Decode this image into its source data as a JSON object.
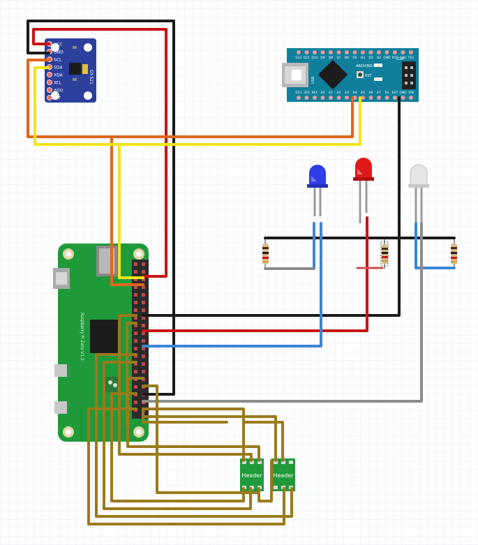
{
  "colors": {
    "grid": "#e3eaf3",
    "board_green": "#1f9a3a",
    "arduino_blue": "#0f7f9c",
    "sensor_blue": "#2b3f9c",
    "wire_black": "#1a1a1a",
    "wire_red": "#c81414",
    "wire_orange": "#e0671c",
    "wire_yellow": "#f1e51a",
    "wire_blue": "#3a86d6",
    "wire_gray": "#8c8c8c",
    "wire_brown": "#9a7a1c"
  },
  "sensor": {
    "icon": "gyro-accelerometer-module",
    "pins": [
      "VCC",
      "GND",
      "SCL",
      "SDA",
      "XDA",
      "XCL",
      "ADO",
      "INT"
    ],
    "chip_label": "GY-521"
  },
  "arduino": {
    "icon": "arduino-nano",
    "top_pins": [
      "D12",
      "D11",
      "D10",
      "D9",
      "D8",
      "D7",
      "D6",
      "D5",
      "D4",
      "D3",
      "D2",
      "GND",
      "RST",
      "RX0",
      "TX1"
    ],
    "bottom_pins": [
      "D13",
      "3V3",
      "REF",
      "A0",
      "A1",
      "A2",
      "A3",
      "A4",
      "A5",
      "A6",
      "A7",
      "5V",
      "RST",
      "GND",
      "VIN"
    ],
    "label": "ARDUINO.CC",
    "reset_label": "RST",
    "icsp_label": "ICSP",
    "usb_label": "USB"
  },
  "raspberry": {
    "icon": "raspberry-pi-zero",
    "label": "Raspberry Pi Zero V1.2"
  },
  "leds": [
    {
      "name": "blue",
      "color": "#2f3ee6"
    },
    {
      "name": "red",
      "color": "#e01818"
    },
    {
      "name": "white",
      "color": "#e6e6e6"
    }
  ],
  "headers": [
    {
      "label": "Header"
    },
    {
      "label": "Header"
    }
  ]
}
